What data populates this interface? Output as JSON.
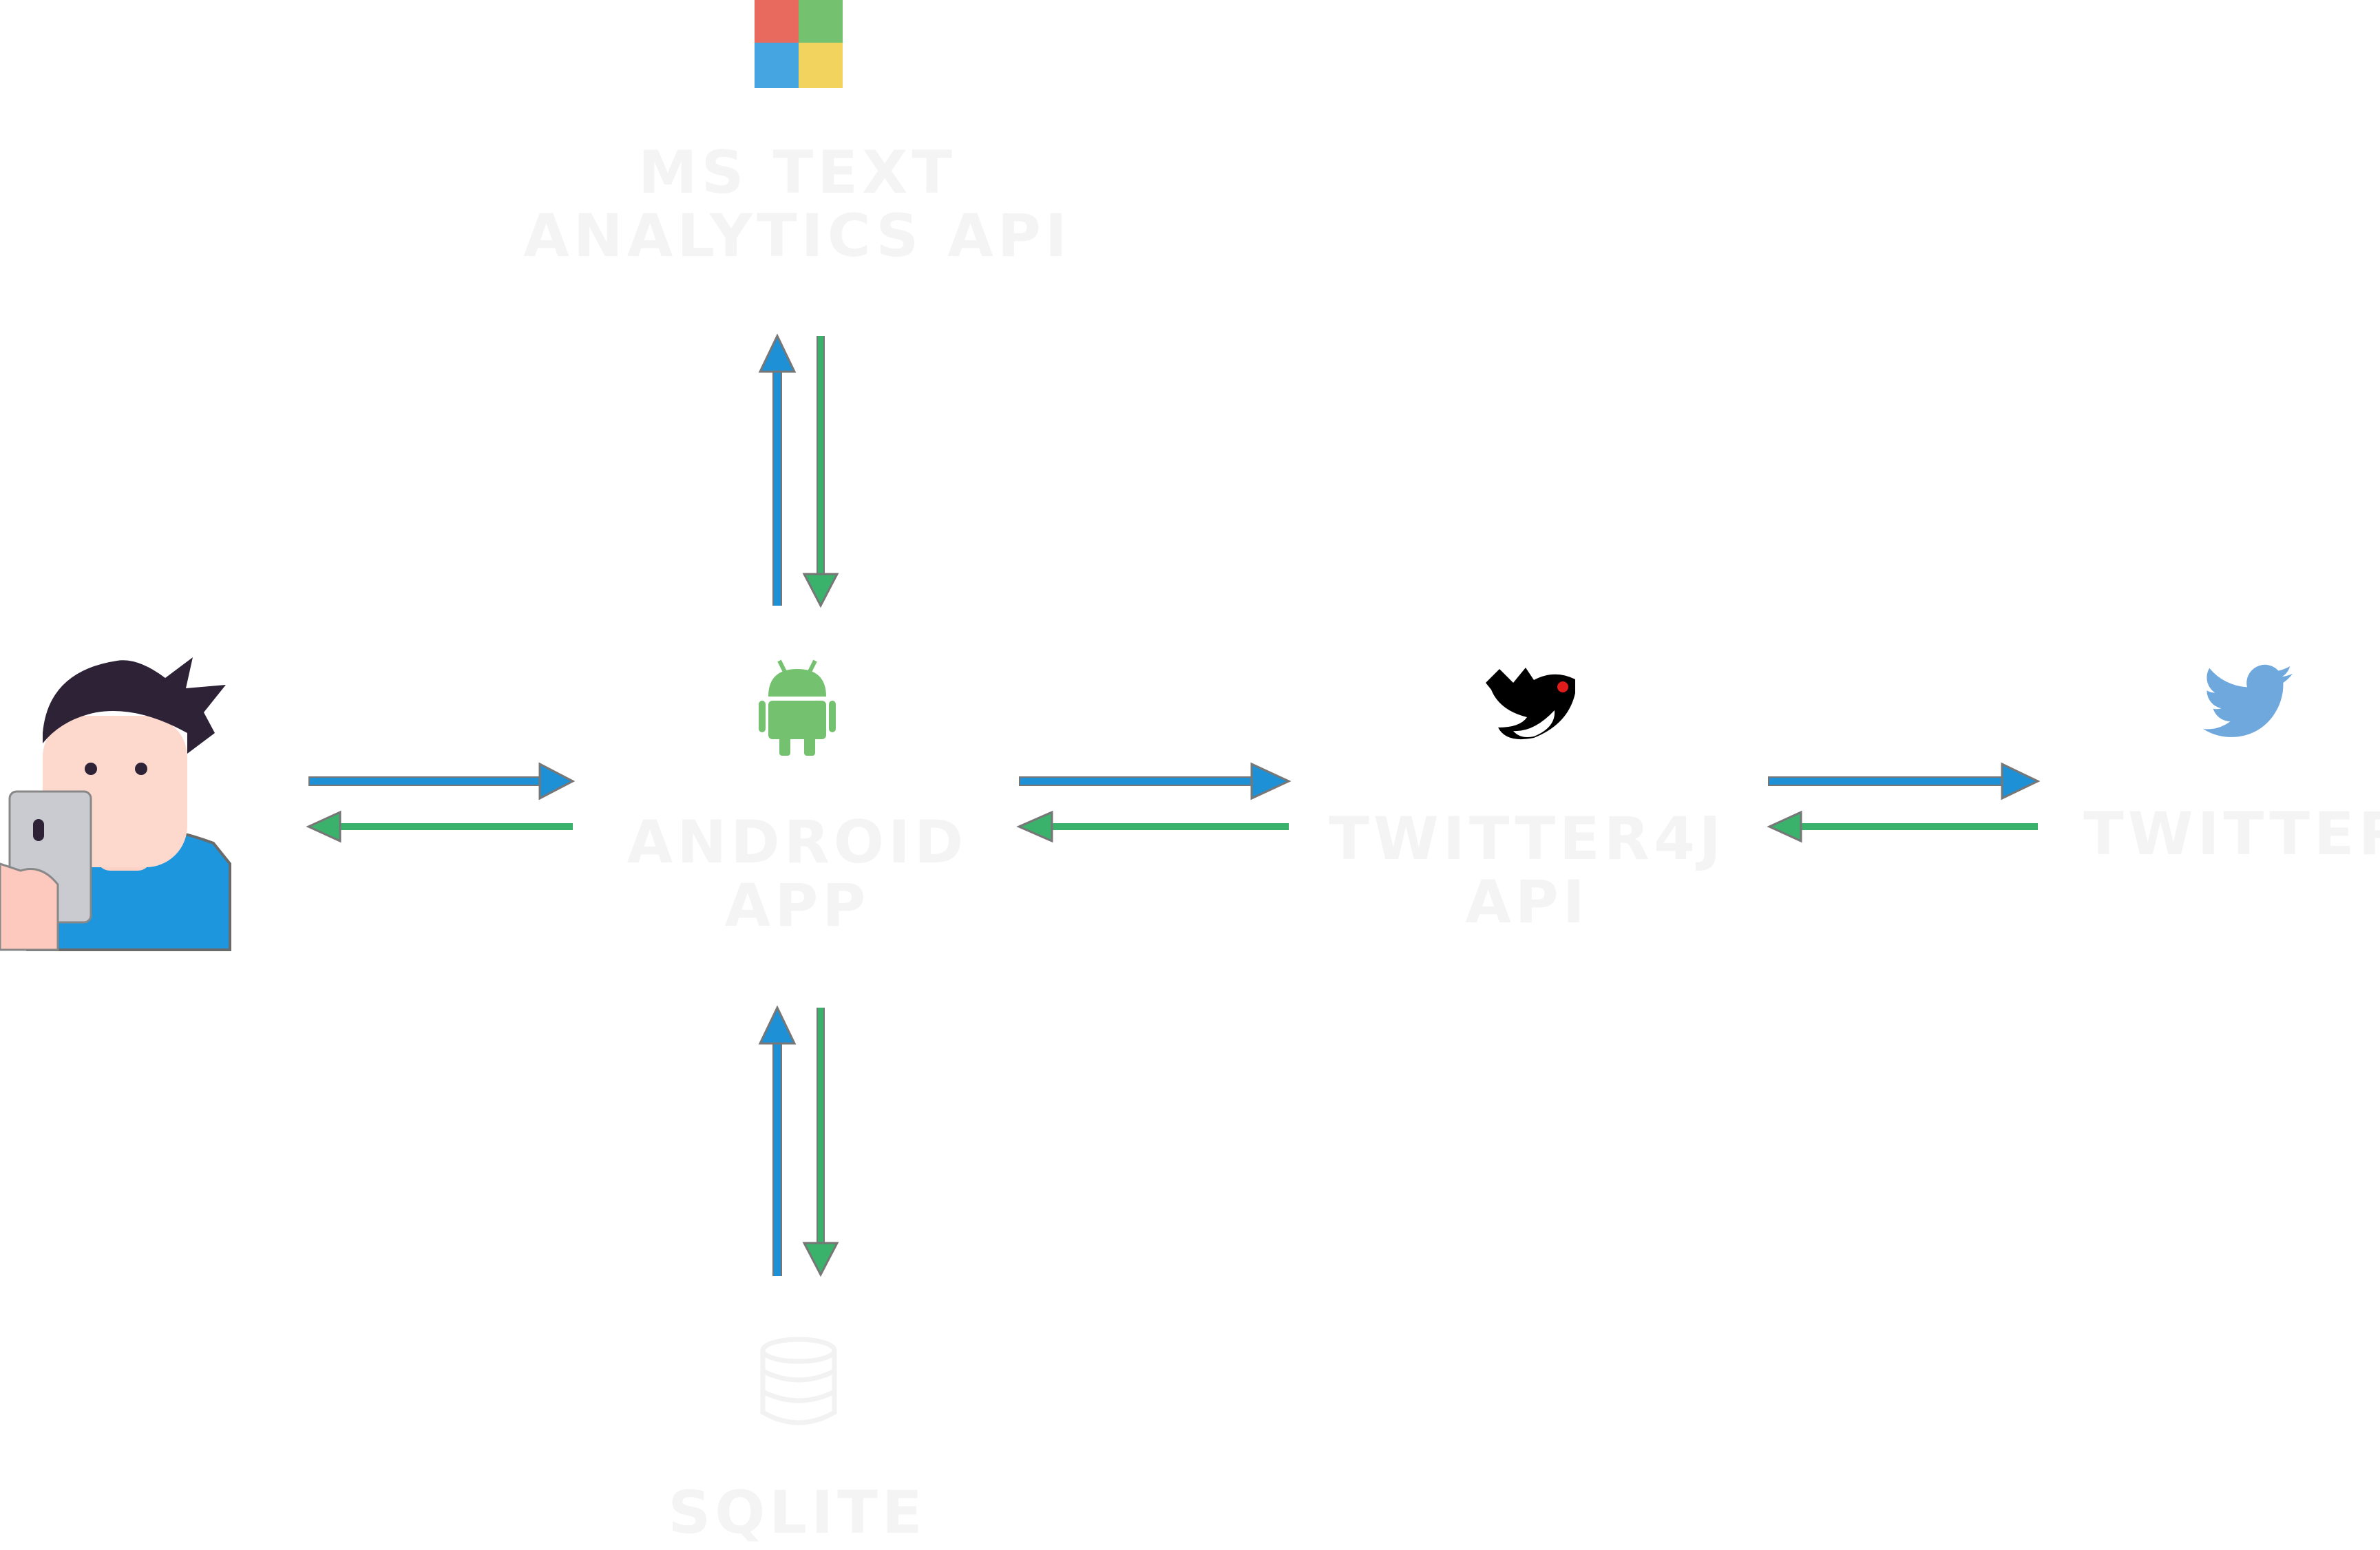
{
  "nodes": {
    "user": {
      "label": "",
      "icon": "person-with-phone-icon"
    },
    "android_app": {
      "label_line1": "ANDROID",
      "label_line2": "APP",
      "icon": "android-icon",
      "color": "#74c26f"
    },
    "ms_api": {
      "label_line1": "MS TEXT",
      "label_line2": "ANALYTICS API",
      "icon": "microsoft-logo-icon"
    },
    "twitter4j": {
      "label_line1": "TWITTER4J",
      "label_line2": "API",
      "icon": "twitter4j-bird-icon"
    },
    "twitter": {
      "label": "TWITTER",
      "icon": "twitter-bird-icon",
      "color": "#6fa8dc"
    },
    "sqlite": {
      "label": "SQLITE",
      "icon": "database-icon"
    }
  },
  "colors": {
    "request_arrow": "#1e90d6",
    "response_arrow": "#3ab26c",
    "arrow_outline": "#777777",
    "label_text": "#f4f4f4"
  },
  "edges": [
    {
      "from": "user",
      "to": "android_app"
    },
    {
      "from": "android_app",
      "to": "twitter4j"
    },
    {
      "from": "twitter4j",
      "to": "twitter"
    },
    {
      "from": "android_app",
      "to": "ms_api"
    },
    {
      "from": "android_app",
      "to": "sqlite"
    }
  ]
}
